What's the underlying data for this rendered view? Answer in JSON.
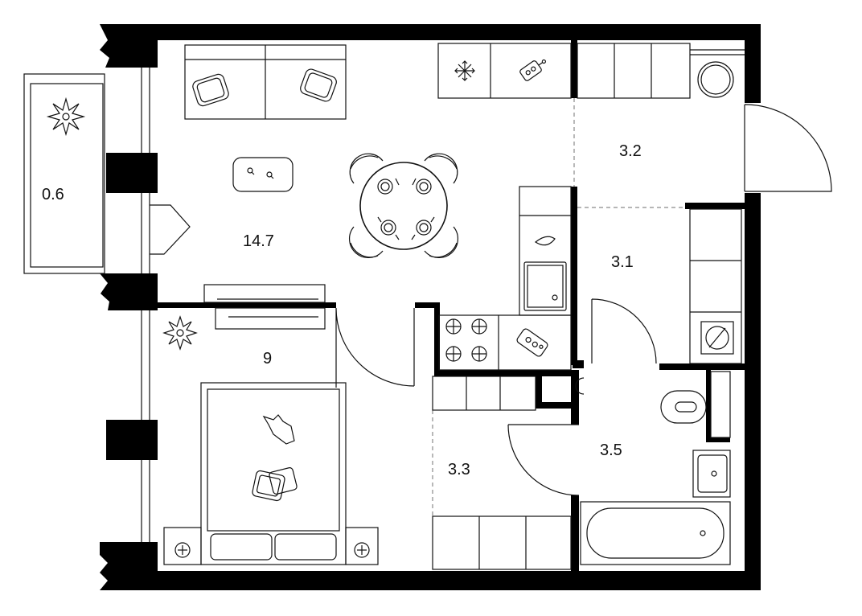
{
  "plan": {
    "rooms": [
      {
        "id": "balcony",
        "area": "0.6"
      },
      {
        "id": "living-kitchen",
        "area": "14.7"
      },
      {
        "id": "bedroom",
        "area": "9"
      },
      {
        "id": "entry-hall",
        "area": "3.2"
      },
      {
        "id": "corridor",
        "area": "3.1"
      },
      {
        "id": "closet-hall",
        "area": "3.3"
      },
      {
        "id": "bathroom",
        "area": "3.5"
      }
    ]
  }
}
